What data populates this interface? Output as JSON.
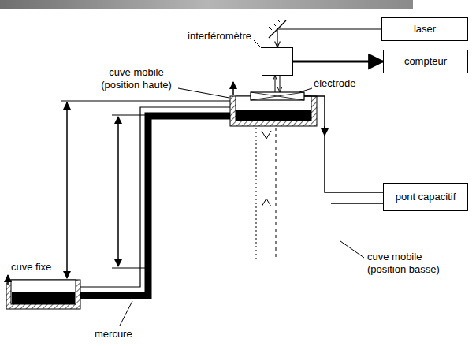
{
  "diagram": {
    "nodes": [
      {
        "text": [
          "laser"
        ]
      },
      {
        "text": [
          "interféromètre"
        ]
      },
      {
        "text": [
          "compteur"
        ]
      },
      {
        "text": [
          "pont capacitif"
        ]
      }
    ],
    "edges": [
      {
        "from": 0,
        "to": 1,
        "arrow": "to"
      },
      {
        "from": 1,
        "to": 2,
        "arrow": "to"
      }
    ],
    "labels": [
      "cuve mobile (position haute)",
      "électrode",
      "cuve fixe",
      "mercure",
      "cuve mobile (position basse)"
    ]
  }
}
